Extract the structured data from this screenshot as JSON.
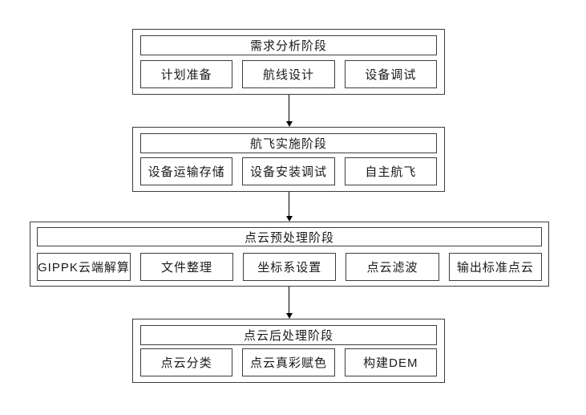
{
  "diagram": {
    "type": "flowchart",
    "direction": "top-down",
    "colors": {
      "background": "#ffffff",
      "box_border": "#3d3d3d",
      "text": "#1a1a1a",
      "arrow": "#000000"
    },
    "stages": [
      {
        "title": "需求分析阶段",
        "items": [
          "计划准备",
          "航线设计",
          "设备调试"
        ]
      },
      {
        "title": "航飞实施阶段",
        "items": [
          "设备运输存储",
          "设备安装调试",
          "自主航飞"
        ]
      },
      {
        "title": "点云预处理阶段",
        "items": [
          "GIPPK云端解算",
          "文件整理",
          "坐标系设置",
          "点云滤波",
          "输出标准点云"
        ]
      },
      {
        "title": "点云后处理阶段",
        "items": [
          "点云分类",
          "点云真彩赋色",
          "构建DEM"
        ]
      }
    ]
  }
}
